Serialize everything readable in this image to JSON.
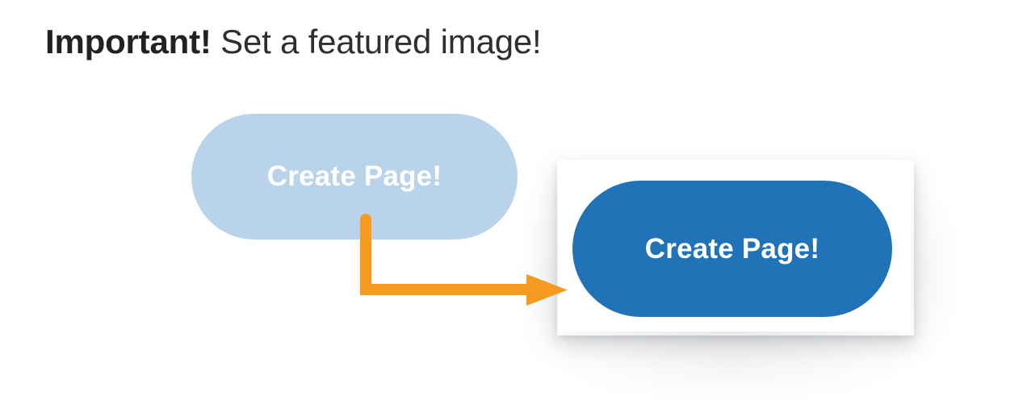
{
  "page": {
    "background_color": "#ffffff"
  },
  "heading": {
    "emphasis": "Important!",
    "rest": " Set a featured image!",
    "full_text": "Important! Set a featured image!",
    "color": "#2d2d2d"
  },
  "buttons": {
    "ghost": {
      "label": "Create Page!",
      "background_color": "#b9d4ea",
      "text_color": "#ffffff",
      "state": "disabled"
    },
    "primary": {
      "label": "Create Page!",
      "background_color": "#2173b7",
      "text_color": "#ffffff",
      "state": "enabled"
    }
  },
  "card": {
    "background_color": "#ffffff"
  },
  "annotation": {
    "arrow_icon": "elbow-arrow-right",
    "color": "#f79a20"
  }
}
